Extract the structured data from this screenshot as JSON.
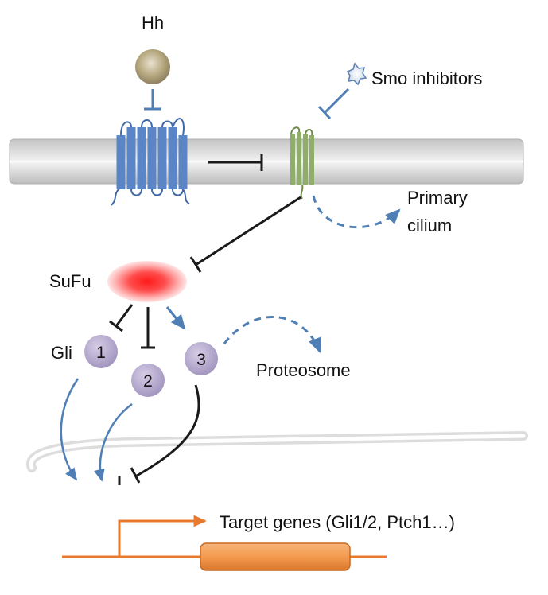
{
  "labels": {
    "hh": "Hh",
    "smo_inhibitors": "Smo inhibitors",
    "primary_cilium_line1": "Primary",
    "primary_cilium_line2": "cilium",
    "sufu": "SuFu",
    "gli": "Gli",
    "gli_1": "1",
    "gli_2": "2",
    "gli_3": "3",
    "proteosome": "Proteosome",
    "target_genes": "Target genes (Gli1/2, Ptch1…)"
  },
  "colors": {
    "inhibit_line": "#1a1a1a",
    "activation_arrow": "#4f7fb5",
    "patched_receptor": "#5a86c8",
    "smoothened": "#8fae6a",
    "sufu_core": "#ff2a2a",
    "gli_circle": "#b3a7cc",
    "gene": "#e77a2d",
    "gene_box": "#f39a4e",
    "hh_ligand": "#a99a72"
  }
}
